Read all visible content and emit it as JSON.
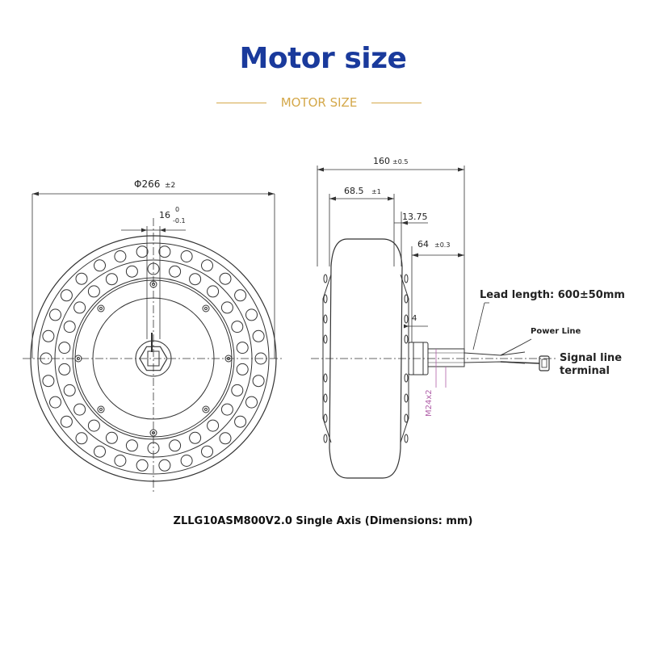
{
  "header": {
    "title": "Motor size",
    "subtitle": "MOTOR SIZE"
  },
  "front_view": {
    "diameter_label": "Φ266",
    "diameter_tol": "±2",
    "shaft_label": "16",
    "shaft_tol_upper": "0",
    "shaft_tol_lower": "-0.1"
  },
  "side_view": {
    "overall_width": "160",
    "overall_width_tol": "±0.5",
    "left_offset": "68.5",
    "left_offset_tol": "±1",
    "flange_offset": "13.75",
    "right_offset": "64",
    "right_offset_tol": "±0.3",
    "shaft_step": "4",
    "thread_label": "M24x2"
  },
  "callouts": {
    "lead_length": "Lead length: 600±50mm",
    "power_line": "Power Line",
    "signal_line": "Signal line terminal"
  },
  "caption": "ZLLG10ASM800V2.0 Single Axis (Dimensions: mm)",
  "colors": {
    "title": "#1a3a9c",
    "accent": "#d4a84a",
    "thread_label": "#b05fa8"
  }
}
